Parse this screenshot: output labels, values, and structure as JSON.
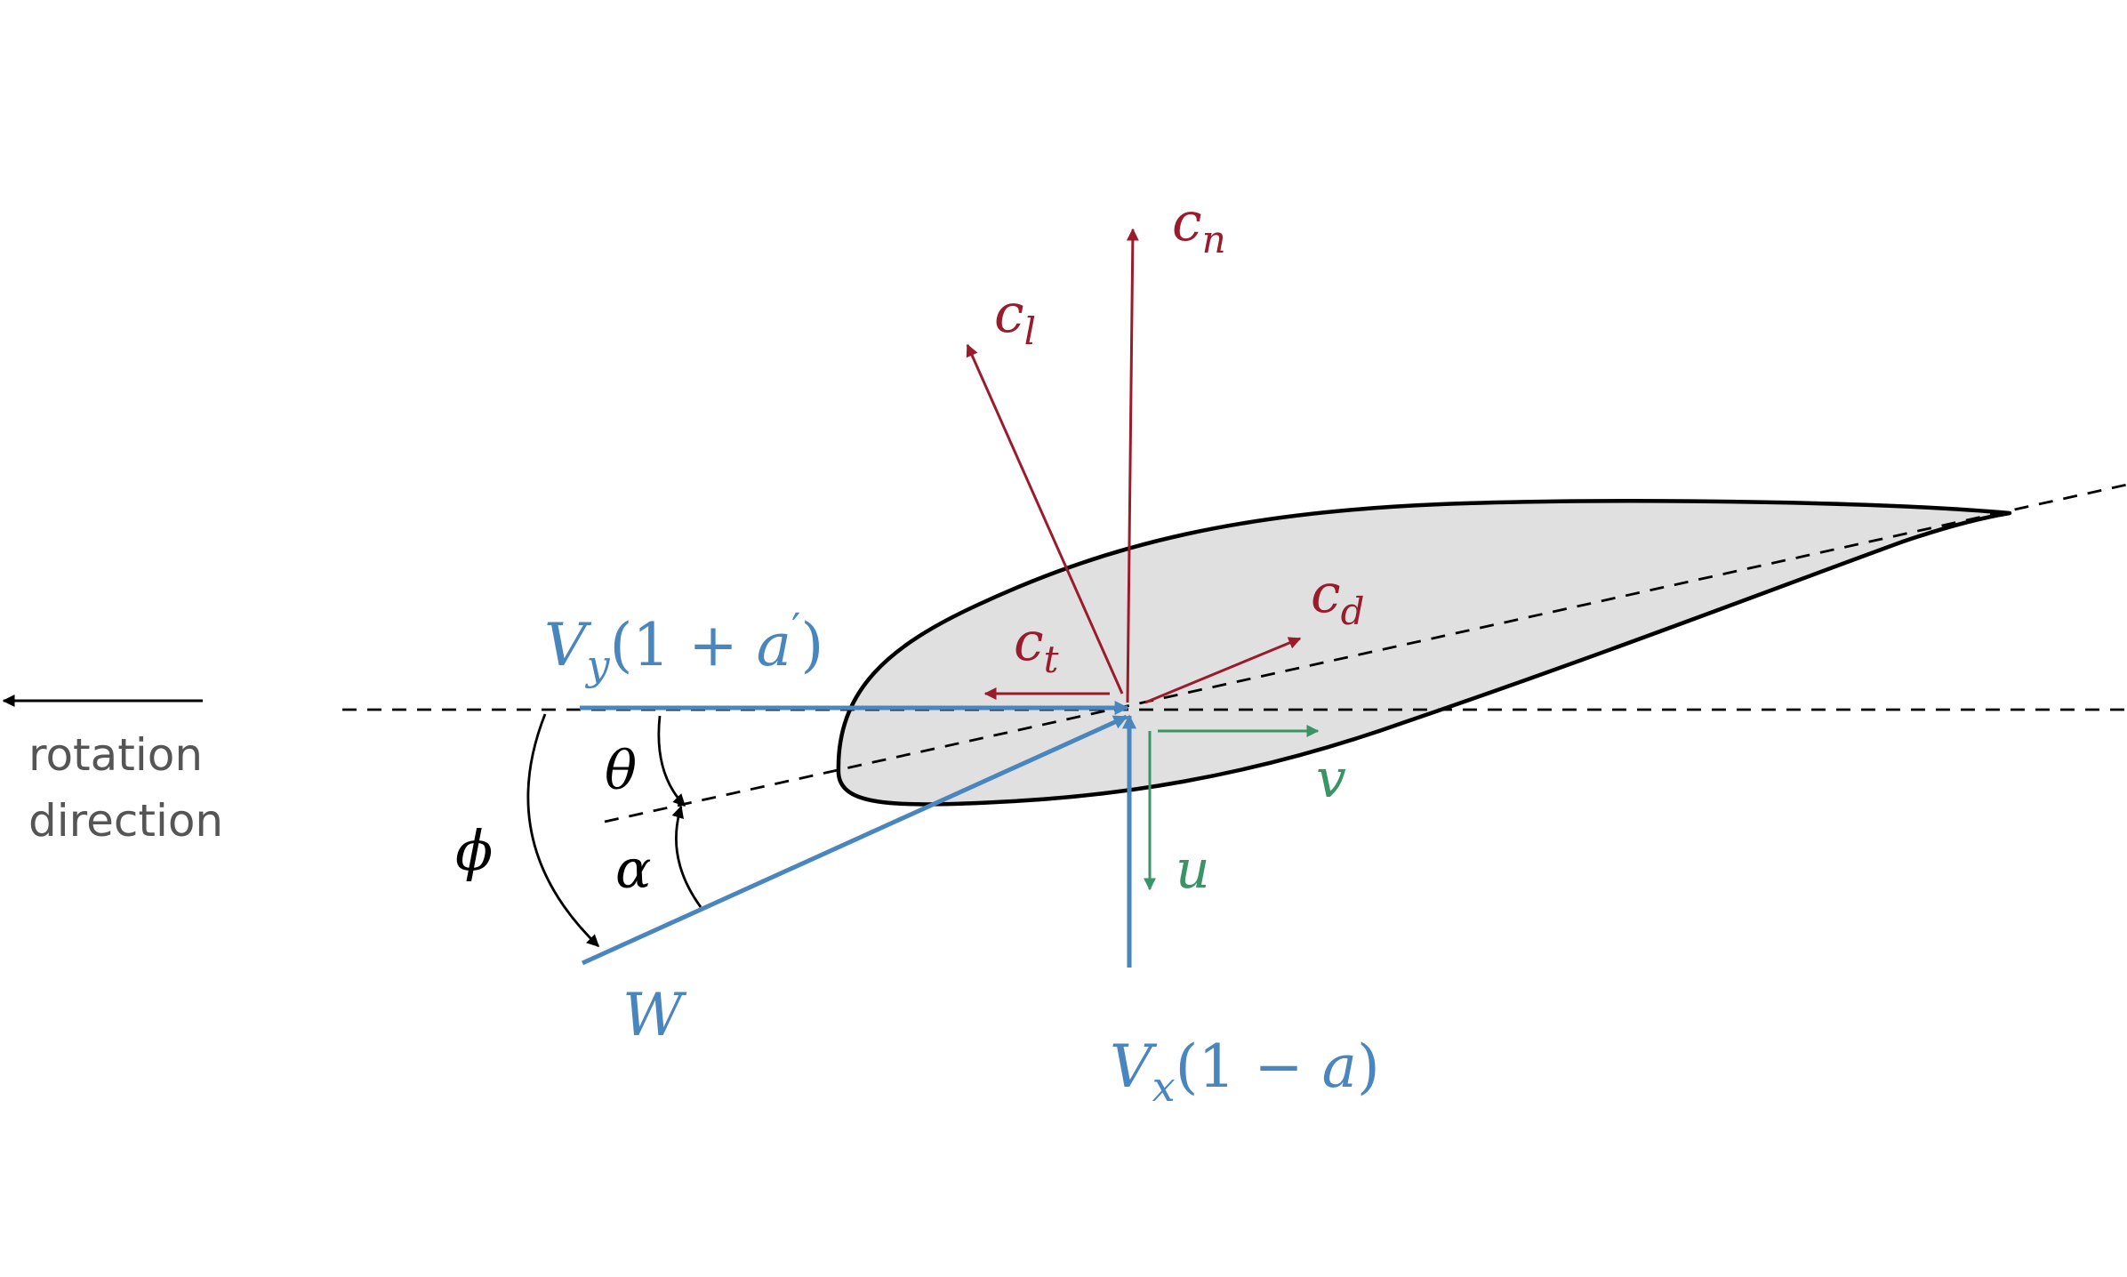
{
  "colors": {
    "red": "#9a1b2b",
    "blue": "#4a86be",
    "green": "#3a9466",
    "black": "#000000",
    "gray_text": "#555555",
    "airfoil_fill": "#e0e0e0"
  },
  "labels": {
    "rotation": "rotation",
    "direction": "direction",
    "cn": {
      "base": "c",
      "sub": "n"
    },
    "cl": {
      "base": "c",
      "sub": "l"
    },
    "cd": {
      "base": "c",
      "sub": "d"
    },
    "ct": {
      "base": "c",
      "sub": "t"
    },
    "vy": {
      "base": "V",
      "sub": "y",
      "open": "(1 + ",
      "a": "a",
      "prime": "′",
      "close": ")"
    },
    "vx": {
      "base": "V",
      "sub": "x",
      "open": "(1 − ",
      "a": "a",
      "close": ")"
    },
    "w": "W",
    "u": "u",
    "v": "v",
    "theta": "θ",
    "alpha": "α",
    "phi": "ϕ"
  }
}
